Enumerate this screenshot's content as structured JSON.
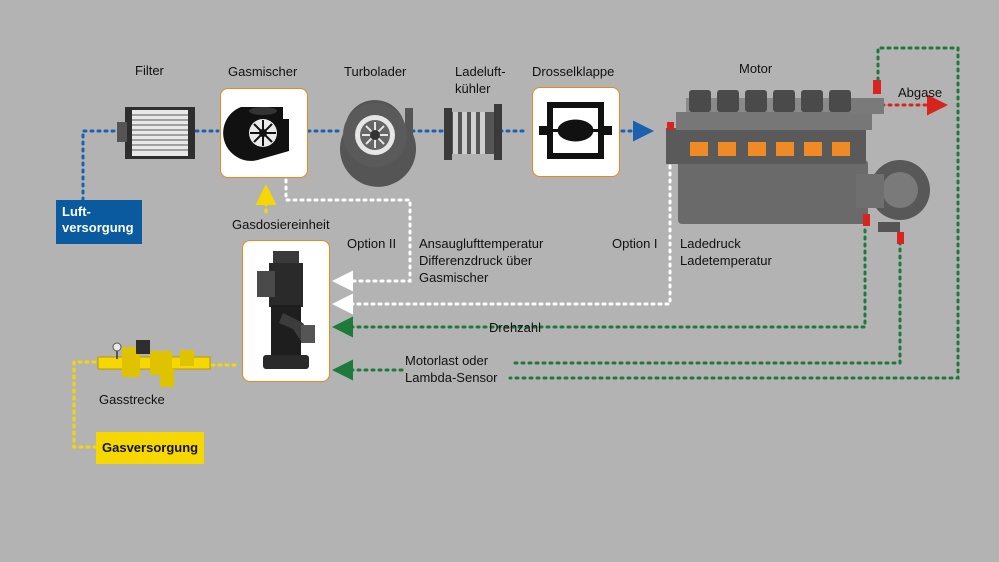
{
  "labels": {
    "filter": "Filter",
    "gasmischer": "Gasmischer",
    "turbolader": "Turbolader",
    "ladeluftkuehler_1": "Ladeluft-",
    "ladeluftkuehler_2": "kühler",
    "drosselklappe": "Drosselklappe",
    "motor": "Motor",
    "abgase": "Abgase",
    "gasdosiereinheit": "Gasdosiereinheit",
    "option_ii": "Option II",
    "option_i": "Option I",
    "ansaug_1": "Ansauglufttemperatur",
    "ansaug_2": "Differenzdruck über",
    "ansaug_3": "Gasmischer",
    "ladedruck": "Ladedruck",
    "ladetemperatur": "Ladetemperatur",
    "drehzahl": "Drehzahl",
    "motorlast_1": "Motorlast oder",
    "motorlast_2": "Lambda-Sensor",
    "gasstrecke": "Gasstrecke"
  },
  "tags": {
    "luft_1": "Luft-",
    "luft_2": "versorgung",
    "gas": "Gasversorgung"
  },
  "colors": {
    "air_line": "#1a62b0",
    "signal_line": "#1e7a3a",
    "option_line": "#ffffff",
    "gas_line": "#f6d800",
    "exhaust_line": "#d8241f",
    "box_border": "#e8891e",
    "engine_accent": "#f08a24",
    "luft_tag_bg": "#0a5aa0",
    "gas_tag_bg": "#f6d800",
    "background": "#b3b3b3"
  },
  "icons": {
    "filter": "air-filter-icon",
    "gasmischer": "gas-mixer-icon",
    "turbolader": "turbocharger-icon",
    "kuehler": "charge-air-cooler-icon",
    "drosselklappe": "throttle-valve-icon",
    "motor": "gas-engine-icon",
    "dosier": "gas-dosing-unit-icon",
    "gasstrecke": "gas-train-icon"
  }
}
